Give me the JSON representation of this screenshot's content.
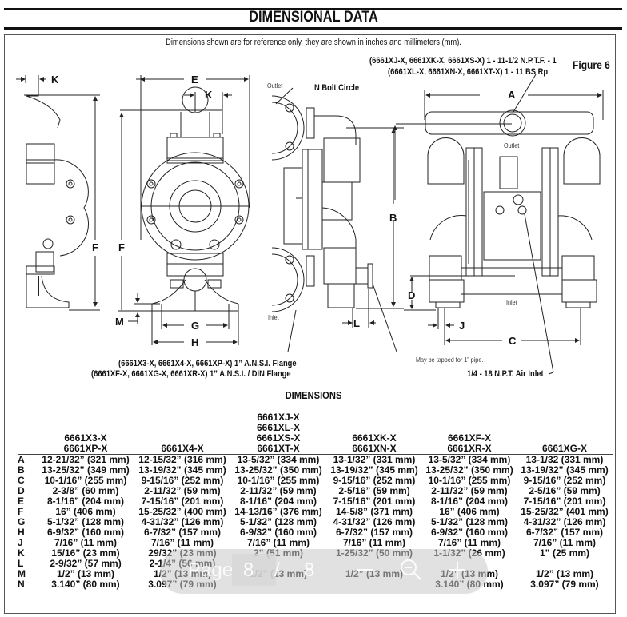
{
  "header": {
    "title": "DIMENSIONAL DATA",
    "note": "Dimensions shown are for reference only, they are shown in inches and millimeters (mm)."
  },
  "figure": {
    "label": "Figure 6",
    "callouts": {
      "nptf_line": "(6661XJ-X, 6661XK-X, 6661XS-X) 1 - 11-1/2 N.P.T.F. - 1",
      "bsrp_line": "(6661XL-X, 6661XN-X, 6661XT-X) 1 - 11 BS Rp",
      "ansi_line": "(6661X3-X, 6661X4-X, 6661XP-X) 1” A.N.S.I. Flange",
      "din_line": "(6661XF-X, 6661XG-X, 6661XR-X) 1” A.N.S.I. / DIN Flange",
      "tapped": "May be tapped for 1” pipe.",
      "air_inlet": "1/4 - 18 N.P.T. Air Inlet",
      "bolt_circle": "N Bolt Circle",
      "outlet": "Outlet",
      "inlet": "Inlet"
    },
    "dimension_letters": {
      "A": "A",
      "B": "B",
      "C": "C",
      "D": "D",
      "E": "E",
      "F": "F",
      "G": "G",
      "H": "H",
      "J": "J",
      "K": "K",
      "L": "L",
      "M": "M"
    }
  },
  "dimensions": {
    "title": "DIMENSIONS",
    "columns": [
      {
        "models": [
          "6661X3-X",
          "6661XP-X"
        ]
      },
      {
        "models": [
          "6661X4-X"
        ]
      },
      {
        "models": [
          "6661XJ-X",
          "6661XL-X",
          "6661XS-X",
          "6661XT-X"
        ]
      },
      {
        "models": [
          "6661XK-X",
          "6661XN-X"
        ]
      },
      {
        "models": [
          "6661XF-X",
          "6661XR-X"
        ]
      },
      {
        "models": [
          "6661XG-X"
        ]
      }
    ],
    "rows": [
      {
        "key": "A",
        "values": [
          "12-21/32” (321 mm)",
          "12-15/32” (316 mm)",
          "13-5/32” (334 mm)",
          "13-1/32” (331 mm)",
          "13-5/32” (334 mm)",
          "13-1/32 (331 mm)"
        ]
      },
      {
        "key": "B",
        "values": [
          "13-25/32” (349 mm)",
          "13-19/32” (345 mm)",
          "13-25/32” (350 mm)",
          "13-19/32” (345 mm)",
          "13-25/32” (350 mm)",
          "13-19/32” (345 mm)"
        ]
      },
      {
        "key": "C",
        "values": [
          "10-1/16” (255 mm)",
          "9-15/16” (252 mm)",
          "10-1/16” (255 mm)",
          "9-15/16” (252 mm)",
          "10-1/16” (255 mm)",
          "9-15/16” (252 mm)"
        ]
      },
      {
        "key": "D",
        "values": [
          "2-3/8” (60 mm)",
          "2-11/32” (59 mm)",
          "2-11/32” (59 mm)",
          "2-5/16” (59 mm)",
          "2-11/32” (59 mm)",
          "2-5/16” (59 mm)"
        ]
      },
      {
        "key": "E",
        "values": [
          "8-1/16” (204 mm)",
          "7-15/16” (201 mm)",
          "8-1/16” (204 mm)",
          "7-15/16” (201 mm)",
          "8-1/16” (204 mm)",
          "7-15/16” (201 mm)"
        ]
      },
      {
        "key": "F",
        "values": [
          "16” (406 mm)",
          "15-25/32” (400 mm)",
          "14-13/16” (376 mm)",
          "14-5/8” (371 mm)",
          "16” (406 mm)",
          "15-25/32” (401 mm)"
        ]
      },
      {
        "key": "G",
        "values": [
          "5-1/32” (128 mm)",
          "4-31/32” (126 mm)",
          "5-1/32” (128 mm)",
          "4-31/32” (126 mm)",
          "5-1/32” (128 mm)",
          "4-31/32” (126 mm)"
        ]
      },
      {
        "key": "H",
        "values": [
          "6-9/32” (160 mm)",
          "6-7/32” (157 mm)",
          "6-9/32” (160 mm)",
          "6-7/32” (157 mm)",
          "6-9/32” (160 mm)",
          "6-7/32” (157 mm)"
        ]
      },
      {
        "key": "J",
        "values": [
          "7/16” (11 mm)",
          "7/16” (11 mm)",
          "7/16” (11 mm)",
          "7/16” (11 mm)",
          "7/16” (11 mm)",
          "7/16” (11 mm)"
        ]
      },
      {
        "key": "K",
        "values": [
          "15/16” (23 mm)",
          "29/32” (23 mm)",
          "2” (51 mm)",
          "1-25/32” (50 mm)",
          "1-1/32” (26 mm)",
          "1” (25 mm)"
        ]
      },
      {
        "key": "L",
        "values": [
          "2-9/32” (57 mm)",
          "2-1/4” (56 mm)",
          "",
          "",
          "",
          ""
        ]
      },
      {
        "key": "M",
        "values": [
          "1/2” (13 mm)",
          "1/2” (13 mm)",
          "1/2” (13 mm)",
          "1/2” (13 mm)",
          "1/2” (13 mm)",
          "1/2” (13 mm)"
        ]
      },
      {
        "key": "N",
        "values": [
          "3.140” (80 mm)",
          "3.097” (79 mm)",
          "",
          "",
          "3.140” (80 mm)",
          "3.097” (79 mm)"
        ]
      }
    ]
  },
  "viewer_overlay": {
    "page_label": "Page",
    "current_page": "8",
    "separator": "/",
    "total_pages": "8",
    "zoom_out_icon": "minus-icon",
    "search_icon": "magnifier-icon",
    "zoom_in_icon": "plus-icon"
  }
}
